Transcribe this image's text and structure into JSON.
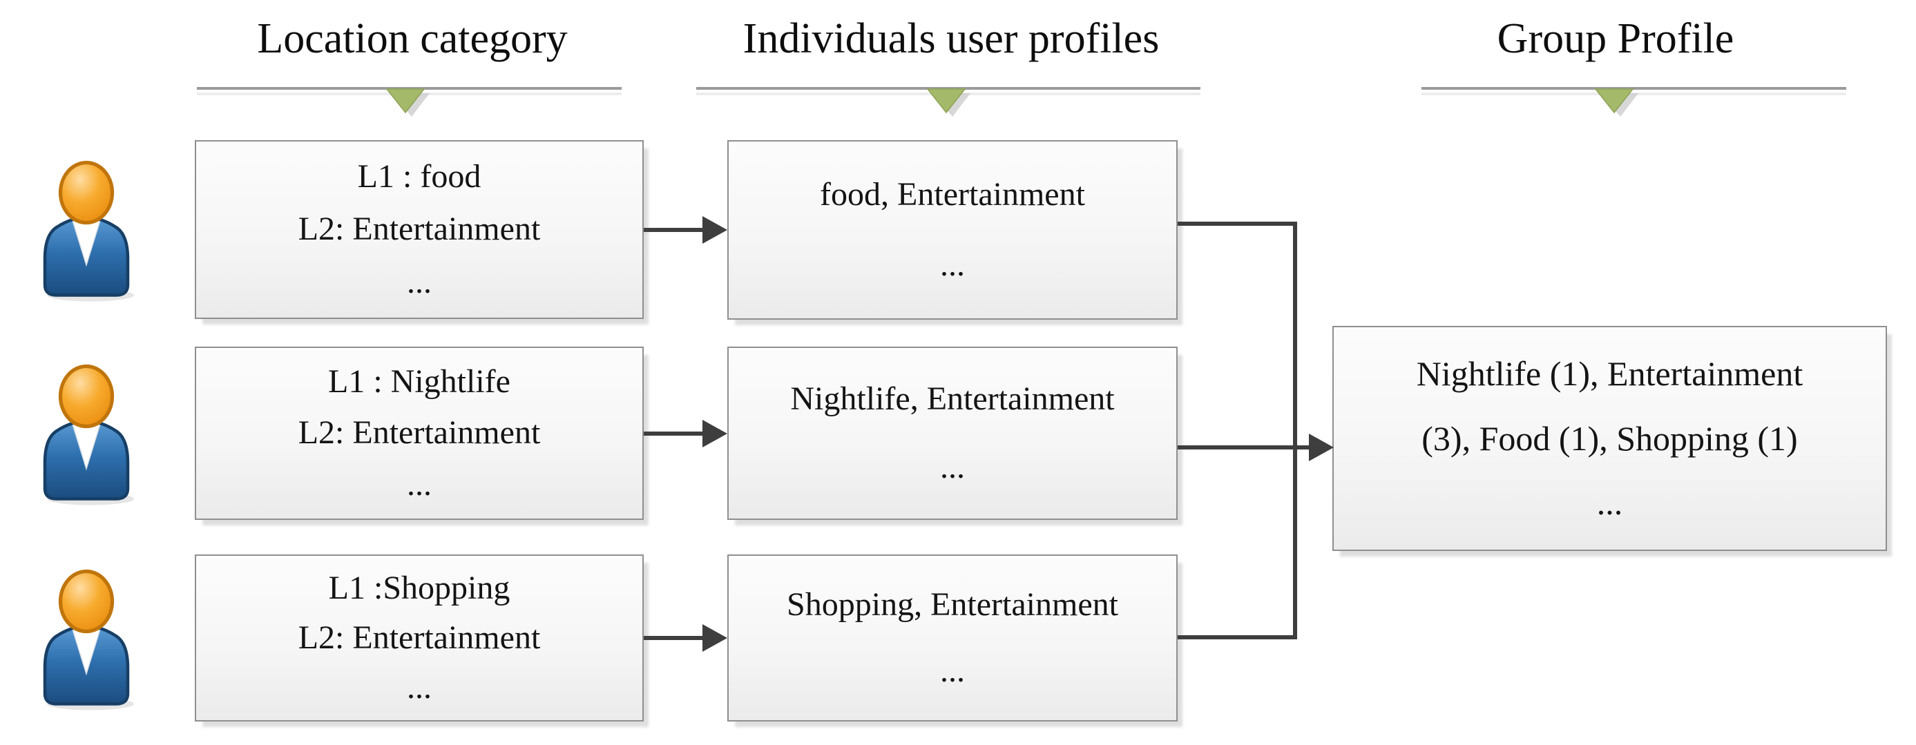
{
  "columns": [
    {
      "header": "Location category"
    },
    {
      "header": "Individuals user profiles"
    },
    {
      "header": "Group Profile"
    }
  ],
  "users": [
    {
      "location_category_lines": [
        "L1 : food",
        "L2: Entertainment",
        "..."
      ],
      "profile_lines": [
        "food, Entertainment",
        "..."
      ]
    },
    {
      "location_category_lines": [
        "L1 : Nightlife",
        "L2: Entertainment",
        "..."
      ],
      "profile_lines": [
        "Nightlife, Entertainment",
        "..."
      ]
    },
    {
      "location_category_lines": [
        "L1 :Shopping",
        "L2: Entertainment",
        "..."
      ],
      "profile_lines": [
        "Shopping, Entertainment",
        "..."
      ]
    }
  ],
  "group_profile_lines": [
    "Nightlife (1), Entertainment",
    "(3), Food (1), Shopping (1)",
    "..."
  ],
  "colors": {
    "connector": "#3e3e3e",
    "marker_green": "#a4ba6a",
    "box_border": "#8f8f8f",
    "icon_head_orange": "#f2a22b",
    "icon_body_blue": "#2a6aa5"
  }
}
